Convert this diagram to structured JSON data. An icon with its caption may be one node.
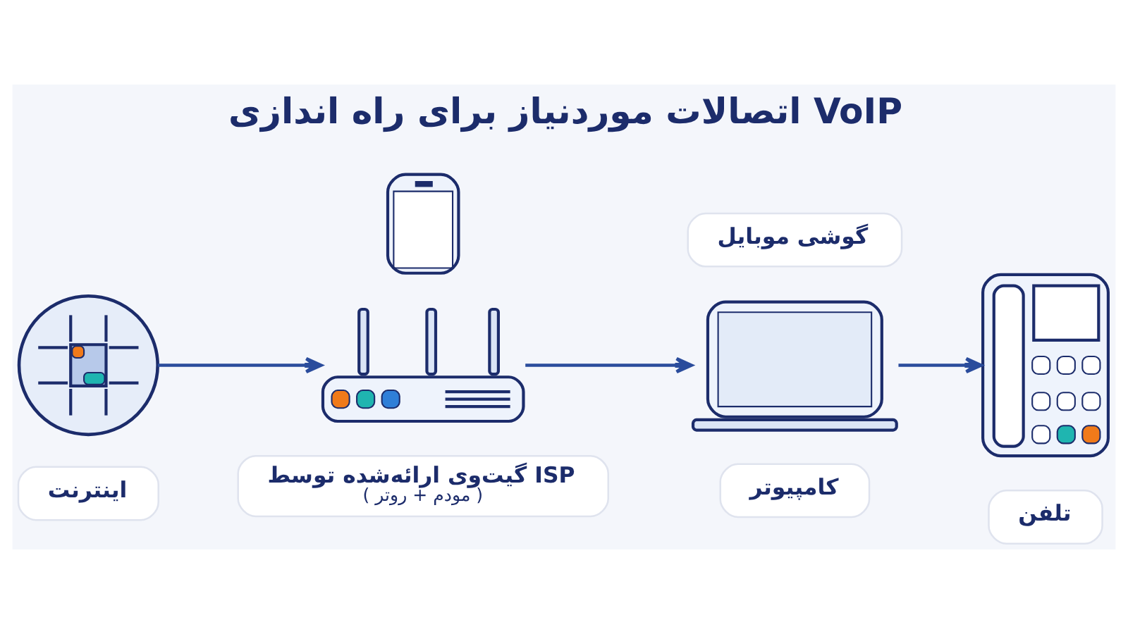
{
  "diagram": {
    "title": "اتصالات موردنیاز برای راه اندازی VoIP",
    "nodes": [
      {
        "text": [],
        "shape": "picture"
      },
      {
        "text": [
          "اینترنت"
        ]
      },
      {
        "text": [],
        "shape": "picture"
      },
      {
        "text": [
          "گوشی موبایل"
        ]
      },
      {
        "text": [],
        "shape": "picture"
      },
      {
        "text": [
          "گیت‌وی ارائه‌شده توسط ISP",
          "( مودم + روتر )"
        ]
      },
      {
        "text": [],
        "shape": "picture"
      },
      {
        "text": [
          "کامپیوتر"
        ]
      },
      {
        "text": [],
        "shape": "picture"
      },
      {
        "text": [
          "تلفن"
        ]
      }
    ],
    "edges": [
      {
        "from": 0,
        "to": 4,
        "arrow": "to"
      },
      {
        "from": 4,
        "to": 6,
        "arrow": "to"
      },
      {
        "from": 6,
        "to": 8,
        "arrow": "to"
      }
    ]
  }
}
